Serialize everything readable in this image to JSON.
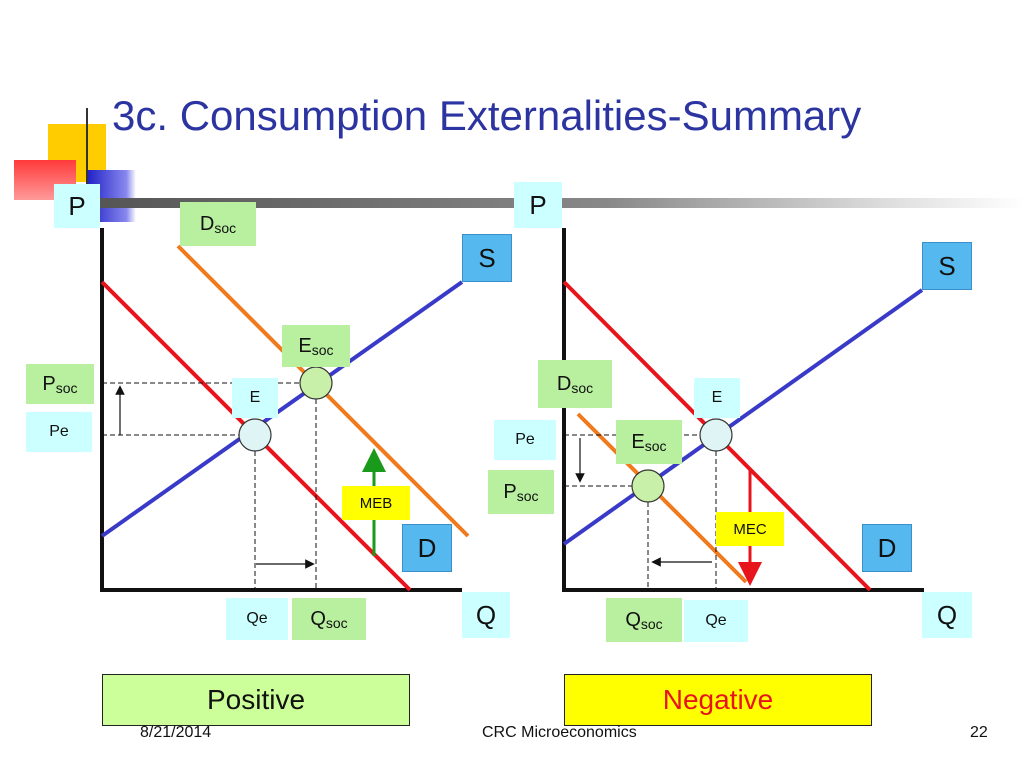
{
  "title": "3c. Consumption Externalities-Summary",
  "left_panel": {
    "axis_p": "P",
    "axis_q": "Q",
    "supply_label": "S",
    "demand_label": "D",
    "dsoc_main": "D",
    "dsoc_sub": "soc",
    "esoc_main": "E",
    "esoc_sub": "soc",
    "e_label": "E",
    "psoc_main": "P",
    "psoc_sub": "soc",
    "pe_label": "Pe",
    "qe_label": "Qe",
    "qsoc_main": "Q",
    "qsoc_sub": "soc",
    "meb_label": "MEB",
    "caption": "Positive"
  },
  "right_panel": {
    "axis_p": "P",
    "axis_q": "Q",
    "supply_label": "S",
    "demand_label": "D",
    "dsoc_main": "D",
    "dsoc_sub": "soc",
    "esoc_main": "E",
    "esoc_sub": "soc",
    "e_label": "E",
    "psoc_main": "P",
    "psoc_sub": "soc",
    "pe_label": "Pe",
    "qe_label": "Qe",
    "qsoc_main": "Q",
    "qsoc_sub": "soc",
    "mec_label": "MEC",
    "caption": "Negative"
  },
  "footer": {
    "date": "8/21/2014",
    "course": "CRC Microeconomics",
    "page": "22"
  },
  "colors": {
    "title": "#2b34a0",
    "supply": "#3a3ac8",
    "demand": "#e8141c",
    "social_demand": "#f07a1e",
    "meb_arrow": "#1a9a1a",
    "mec_arrow": "#e8141c",
    "positive_bg": "#ccff99",
    "negative_bg": "#ffff00",
    "negative_text": "#e8141c"
  }
}
